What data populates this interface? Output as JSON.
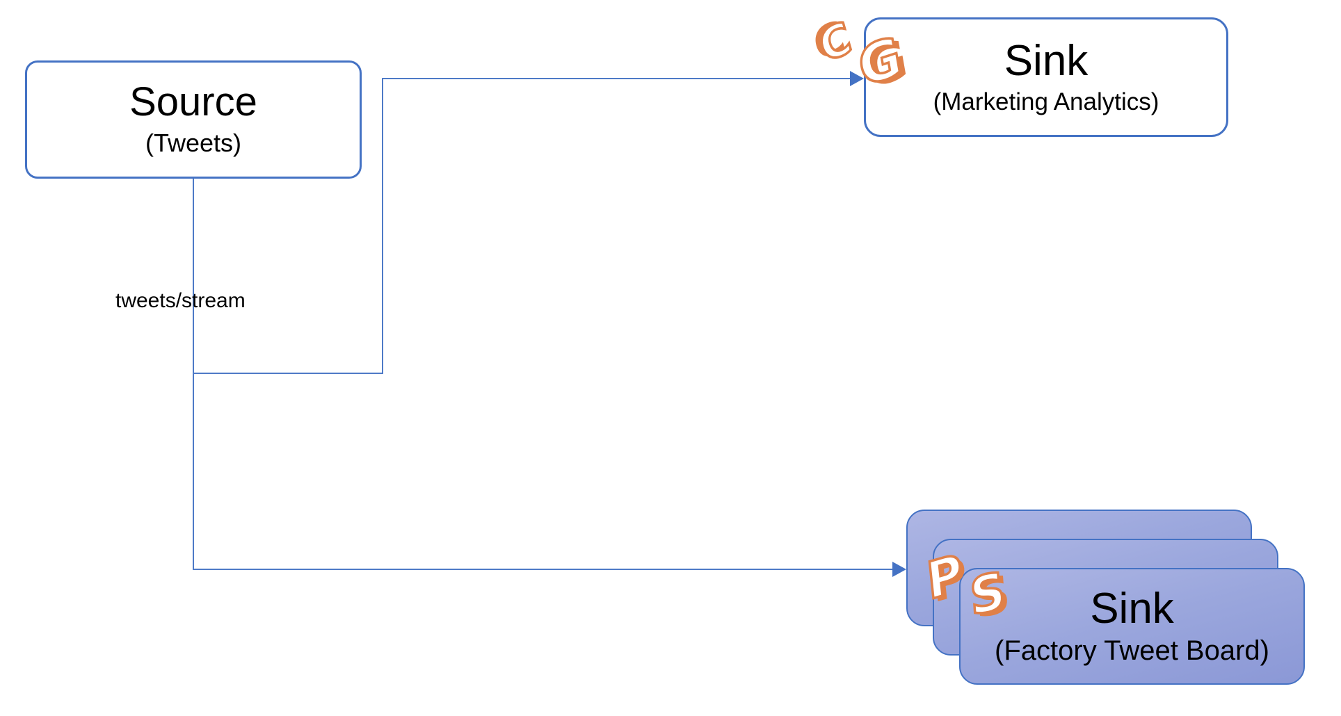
{
  "diagram": {
    "title": "Tweet stream source-to-sinks flow diagram",
    "colors": {
      "background": "#ffffff",
      "box_border_blue": "#4472C4",
      "connector_blue": "#4e7ac7",
      "stack_fill_light": "#aeb6e4",
      "stack_fill_dark": "#8b98d6",
      "logo_orange": "#E08048",
      "text_black": "#000000"
    },
    "nodes": {
      "source": {
        "title": "Source",
        "subtitle": "(Tweets)"
      },
      "sink_marketing": {
        "title": "Sink",
        "subtitle": "(Marketing Analytics)"
      },
      "sink_factory": {
        "title": "Sink",
        "subtitle": "(Factory Tweet Board)",
        "stack_count": 3
      }
    },
    "logos": {
      "cg": {
        "letter1": "C",
        "letter2": "G"
      },
      "ps": {
        "letter1": "P",
        "letter2": "S"
      }
    },
    "edges": {
      "stream_label": "tweets/stream"
    }
  }
}
